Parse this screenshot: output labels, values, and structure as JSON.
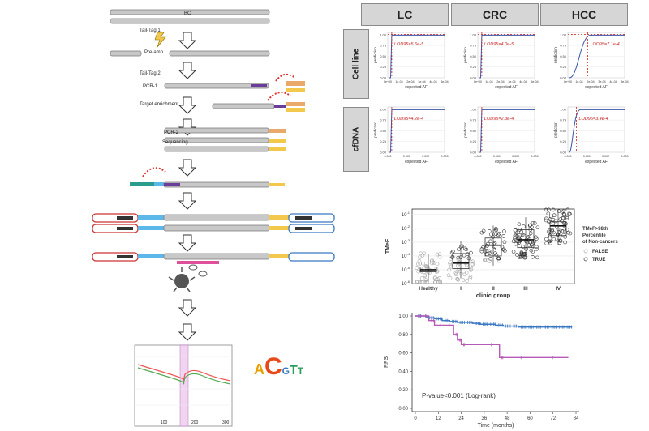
{
  "workflow": {
    "steps": {
      "bc": "BC",
      "tail_tag_1": "Tail-Tag.1",
      "pre_amp": "Pre-amp",
      "tail_tag_2": "Tail-Tag.2",
      "pcr1": "PCR-1",
      "target_enrichment": "Target enrichment",
      "pcr2": "PCR-2",
      "sequencing": "Sequencing"
    },
    "logo_letters": [
      "A",
      "C",
      "G",
      "T",
      "T"
    ],
    "trace_ticks": [
      "100",
      "200",
      "300"
    ],
    "colors": {
      "bar": "#c8c8c8",
      "purple": "#6a3d9a",
      "orange": "#e8a96a",
      "yellow": "#f2c94c",
      "blue": "#5bb8e8",
      "red": "#cc3333",
      "pink": "#e0509a",
      "teal": "#2a9d8f"
    }
  },
  "lod": {
    "columns": [
      "LC",
      "CRC",
      "HCC"
    ],
    "rows": [
      "Cell line",
      "cfDNA"
    ],
    "ylabel": "prediction",
    "xlabel": "expected AF",
    "yticks": [
      "0.00",
      "0.25",
      "0.50",
      "0.75",
      "1.00"
    ],
    "xticks_cell": [
      "0e+00",
      "1e-04",
      "2e-04",
      "3e-04",
      "4e-04",
      "5e-04"
    ],
    "xticks_cfdna": [
      "0.000",
      "0.001",
      "0.002",
      "0.003"
    ],
    "labels": [
      [
        "LOD95=5.6e-5",
        "LOD95=4.0e-5",
        "LOD95=7.1e-4"
      ],
      [
        "LOD95=4.2e-4",
        "LOD95=2.3e-4",
        "LOD95=3.4e-4"
      ]
    ]
  },
  "chart_data": [
    {
      "type": "scatter",
      "title": "",
      "xlabel": "clinic group",
      "ylabel": "TMeF",
      "categories": [
        "Healthy",
        "I",
        "II",
        "III",
        "IV"
      ],
      "y_scale": "log",
      "yticks": [
        "10^-6",
        "10^-5",
        "10^-4",
        "10^-3",
        "10^-2",
        "10^-1"
      ],
      "box": [
        {
          "group": "Healthy",
          "q1": 7e-06,
          "median": 1e-05,
          "q3": 1.6e-05
        },
        {
          "group": "I",
          "q1": 1.2e-05,
          "median": 3e-05,
          "q3": 0.00015
        },
        {
          "group": "II",
          "q1": 0.0001,
          "median": 0.0006,
          "q3": 0.002
        },
        {
          "group": "III",
          "q1": 0.0004,
          "median": 0.0015,
          "q3": 0.008
        },
        {
          "group": "IV",
          "q1": 0.003,
          "median": 0.015,
          "q3": 0.03
        }
      ],
      "legend": {
        "title": "TMeF>98th Percentile of Non-cancers",
        "items": [
          "FALSE",
          "TRUE"
        ],
        "position": "right"
      }
    },
    {
      "type": "line",
      "title": "",
      "xlabel": "Time (months)",
      "ylabel": "RFS",
      "x_ticks": [
        0,
        12,
        24,
        36,
        48,
        60,
        72,
        84
      ],
      "y_ticks": [
        "0.00",
        "0.20",
        "0.40",
        "0.60",
        "0.80",
        "1.00"
      ],
      "annotation": "P-value<0.001 (Log-rank)",
      "series": [
        {
          "color": "#3a78c2",
          "x": [
            0,
            6,
            10,
            14,
            18,
            22,
            26,
            30,
            34,
            38,
            42,
            46,
            50,
            54,
            58,
            62,
            66,
            70,
            74,
            78,
            82
          ],
          "y": [
            1.0,
            0.98,
            0.97,
            0.95,
            0.94,
            0.93,
            0.93,
            0.92,
            0.91,
            0.91,
            0.9,
            0.89,
            0.89,
            0.88,
            0.88,
            0.88,
            0.88,
            0.88,
            0.88,
            0.88,
            0.88
          ]
        },
        {
          "color": "#b55ab5",
          "x": [
            0,
            7,
            10,
            20,
            22,
            24,
            26,
            44,
            46,
            80
          ],
          "y": [
            1.0,
            0.95,
            0.9,
            0.8,
            0.74,
            0.69,
            0.69,
            0.55,
            0.55,
            0.55
          ]
        }
      ]
    }
  ]
}
